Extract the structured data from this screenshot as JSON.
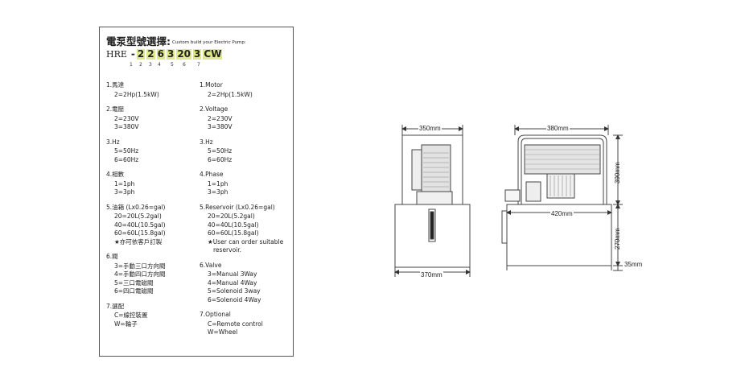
{
  "header": {
    "title": "電泵型號選擇",
    "colon": ":",
    "subtitle": "Custom build your Electric Pump:"
  },
  "model_code": {
    "prefix": "HRE",
    "dash": "-",
    "segments": [
      "2",
      "2",
      "6",
      "3",
      "20",
      "3",
      "CW"
    ],
    "positions": [
      "1",
      "2",
      "3",
      "4",
      "5",
      "6",
      "7"
    ]
  },
  "chinese_options": [
    {
      "title": "1.馬達",
      "items": [
        "2=2Hp(1.5kW)"
      ]
    },
    {
      "title": "2.電壓",
      "items": [
        "2=230V",
        "3=380V"
      ]
    },
    {
      "title": "3.Hz",
      "items": [
        "5=50Hz",
        "6=60Hz"
      ]
    },
    {
      "title": "4.相數",
      "items": [
        "1=1ph",
        "3=3ph"
      ]
    },
    {
      "title": "5.油箱 (Lx0.26=gal)",
      "items": [
        "20=20L(5.2gal)",
        "40=40L(10.5gal)",
        "60=60L(15.8gal)",
        "★亦可依客戶訂製"
      ]
    },
    {
      "title": "6.閥",
      "items": [
        "3=手動三口方向閥",
        "4=手動四口方向閥",
        "5=三口電磁閥",
        "6=四口電磁閥"
      ]
    },
    {
      "title": "7.選配",
      "items": [
        "C=線控裝置",
        "W=輪子"
      ]
    }
  ],
  "english_options": [
    {
      "title": "1.Motor",
      "items": [
        "2=2Hp(1.5kW)"
      ]
    },
    {
      "title": "2.Voltage",
      "items": [
        "2=230V",
        "3=380V"
      ]
    },
    {
      "title": "3.Hz",
      "items": [
        "5=50Hz",
        "6=60Hz"
      ]
    },
    {
      "title": "4.Phase",
      "items": [
        "1=1ph",
        "3=3ph"
      ]
    },
    {
      "title": "5.Reservoir (Lx0.26=gal)",
      "items": [
        "20=20L(5.2gal)",
        "40=40L(10.5gal)",
        "60=60L(15.8gal)"
      ],
      "note": "★User can order suitable",
      "note2": "reservoir."
    },
    {
      "title": "6.Valve",
      "items": [
        "3=Manual 3Way",
        "4=Manual 4Way",
        "5=Solenoid 3way",
        "6=Solenoid 4Way"
      ]
    },
    {
      "title": "7.Optional",
      "items": [
        "C=Remote control",
        "W=Wheel"
      ]
    }
  ],
  "dimensions": {
    "front_top_width": "350mm",
    "front_bottom_width": "370mm",
    "side_top_width": "380mm",
    "side_base_width": "420mm",
    "upper_height": "390mm",
    "tank_height": "270mm",
    "foot_height": "35mm"
  }
}
